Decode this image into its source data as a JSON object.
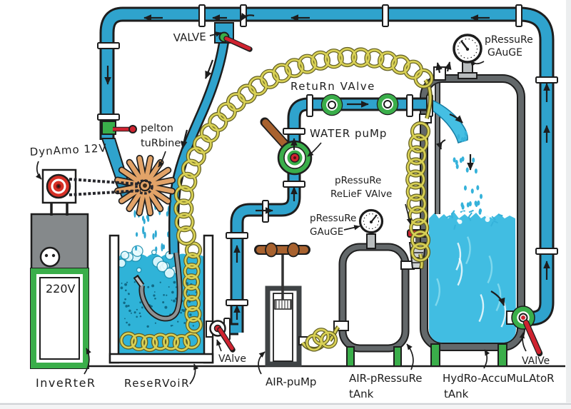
{
  "diagram": {
    "labels": {
      "valve_top": "VALVE",
      "pressure_gauge_top": [
        "pRessuRe",
        "GAuGE"
      ],
      "return_valve": "RetuRn VAlve",
      "water_pump": "WATER puMp",
      "pelton_turbine": [
        "pelton",
        "tuRbine"
      ],
      "dynamo": "DynAmo 12V",
      "outlet_voltage": "220V",
      "pressure_relief_valve": [
        "pRessuRe",
        "ReLieF VAlve"
      ],
      "pressure_gauge_mid": [
        "pRessuRe",
        "GAuGE"
      ],
      "valve_reservoir": "VAlve",
      "inverter": "InveRteR",
      "reservoir": "ReseRVoiR",
      "air_pump": "AIR-puMp",
      "air_pressure_tank": [
        "AIR-pRessuRe",
        "tAnk"
      ],
      "hydro_accumulator_tank": [
        "HydRo-AccuMuLAtoR",
        "tAnk"
      ],
      "valve_accumulator": "VAlVe"
    },
    "colors": {
      "pipe_blue": "#2fa3cd",
      "pipe_blue_dark": "#177ca3",
      "water": "#2fb3d8",
      "water_acc": "#41bde2",
      "water_light": "#8fdef0",
      "hose_yellow": "#d8d055",
      "hose_outline": "#5f5c20",
      "valve_green": "#3aae4a",
      "handle_red": "#cf2330",
      "wood_brown": "#a8622f",
      "turbine_tan": "#e2a368",
      "tank_grey": "#63686a",
      "metal_grey": "#85898b",
      "ink": "#1d1d1d",
      "paper": "#ffffff"
    }
  }
}
